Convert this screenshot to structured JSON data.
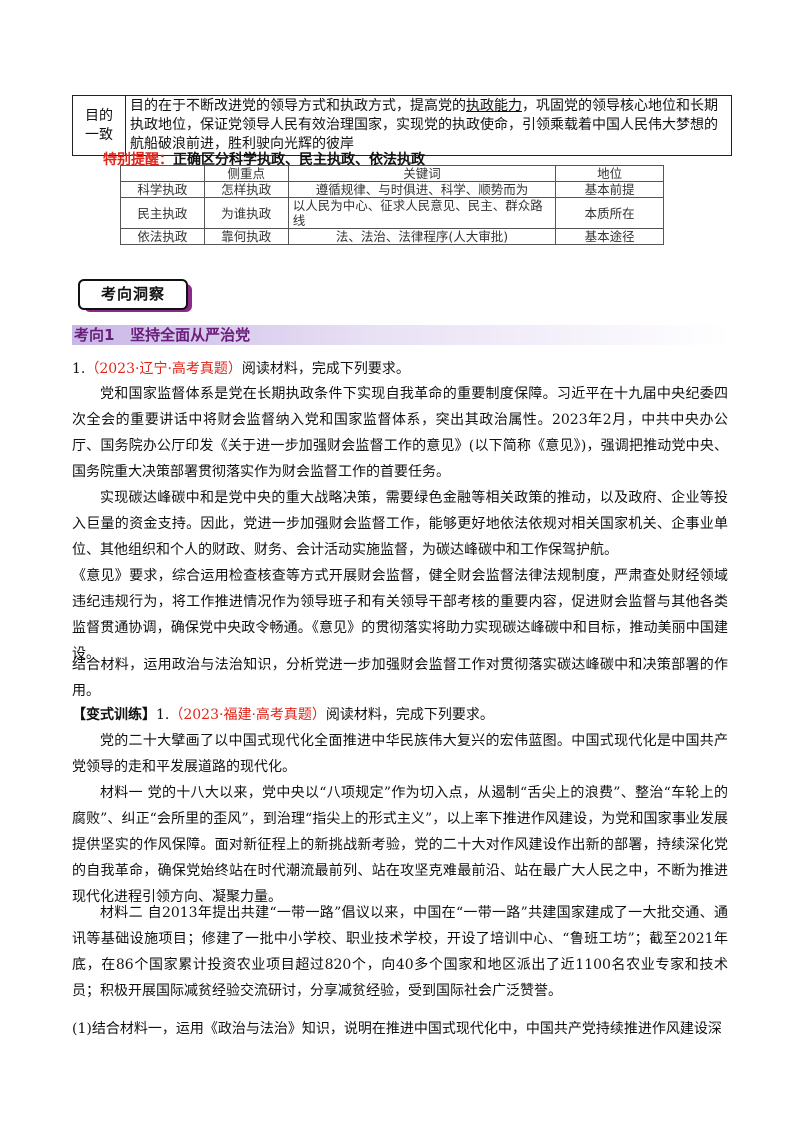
{
  "purpose_row": {
    "label_1": "目的",
    "label_2": "一致",
    "text_before": "目的在于不断改进党的领导方式和执政方式，提高党的",
    "text_underline": "执政能力",
    "text_after": "，巩固党的领导核心地位和长期执政地位，保证党领导人民有效治理国家，实现党的执政使命，引领乘载着中国人民伟大梦想的航船破浪前进，胜利驶向光辉的彼岸"
  },
  "tip": {
    "label": "特别提醒：",
    "text": "正确区分科学执政、民主执政、依法执政"
  },
  "compare_table": {
    "headers": [
      "",
      "侧重点",
      "关键词",
      "地位"
    ],
    "rows": [
      [
        "科学执政",
        "怎样执政",
        "遵循规律、与时俱进、科学、顺势而为",
        "基本前提"
      ],
      [
        "民主执政",
        "为谁执政",
        "以人民为中心、征求人民意见、民主、群众路线",
        "本质所在"
      ],
      [
        "依法执政",
        "靠何执政",
        "法、法治、法律程序(人大审批)",
        "基本途径"
      ]
    ]
  },
  "badge": "考向洞察",
  "section_title": "考向1   坚持全面从严治党",
  "q1": {
    "num": "1.",
    "source": "（2023·辽宁·高考真题）",
    "instr": "阅读材料，完成下列要求。",
    "p1": "党和国家监督体系是党在长期执政条件下实现自我革命的重要制度保障。习近平在十九届中央纪委四次全会的重要讲话中将财会监督纳入党和国家监督体系，突出其政治属性。2023年2月，中共中央办公厅、国务院办公厅印发《关于进一步加强财会监督工作的意见》(以下简称《意见》)，强调把推动党中央、国务院重大决策部署贯彻落实作为财会监督工作的首要任务。",
    "p2": "实现碳达峰碳中和是党中央的重大战略决策，需要绿色金融等相关政策的推动，以及政府、企业等投入巨量的资金支持。因此，党进一步加强财会监督工作，能够更好地依法依规对相关国家机关、企事业单位、其他组织和个人的财政、财务、会计活动实施监督，为碳达峰碳中和工作保驾护航。",
    "p3": "《意见》要求，综合运用检查核查等方式开展财会监督，健全财会监督法律法规制度，严肃查处财经领域违纪违规行为，将工作推进情况作为领导班子和有关领导干部考核的重要内容，促进财会监督与其他各类监督贯通协调，确保党中央政令畅通。《意见》的贯彻落实将助力实现碳达峰碳中和目标，推动美丽中国建设。",
    "ask": "结合材料，运用政治与法治知识，分析党进一步加强财会监督工作对贯彻落实碳达峰碳中和决策部署的作用。"
  },
  "q2": {
    "tag": "【变式训练】",
    "num": "1.",
    "source": "（2023·福建·高考真题）",
    "instr": "阅读材料，完成下列要求。",
    "p1": "党的二十大擘画了以中国式现代化全面推进中华民族伟大复兴的宏伟蓝图。中国式现代化是中国共产党领导的走和平发展道路的现代化。",
    "p2": "材料一  党的十八大以来，党中央以“八项规定”作为切入点，从遏制“舌尖上的浪费”、整治“车轮上的腐败”、纠正“会所里的歪风”，到治理“指尖上的形式主义”，以上率下推进作风建设，为党和国家事业发展提供坚实的作风保障。面对新征程上的新挑战新考验，党的二十大对作风建设作出新的部署，持续深化党的自我革命，确保党始终站在时代潮流最前列、站在攻坚克难最前沿、站在最广大人民之中，不断为推进现代化进程引领方向、凝聚力量。",
    "p3": "材料二  自2013年提出共建“一带一路”倡议以来，中国在“一带一路”共建国家建成了一大批交通、通讯等基础设施项目；修建了一批中小学校、职业技术学校，开设了培训中心、“鲁班工坊”；截至2021年底，在86个国家累计投资农业项目超过820个，向40多个国家和地区派出了近1100名农业专家和技术员；积极开展国际减贫经验交流研讨，分享减贫经验，受到国际社会广泛赞誉。",
    "ask1": "(1)结合材料一，运用《政治与法治》知识，说明在推进中国式现代化中，中国共产党持续推进作风建设深"
  }
}
